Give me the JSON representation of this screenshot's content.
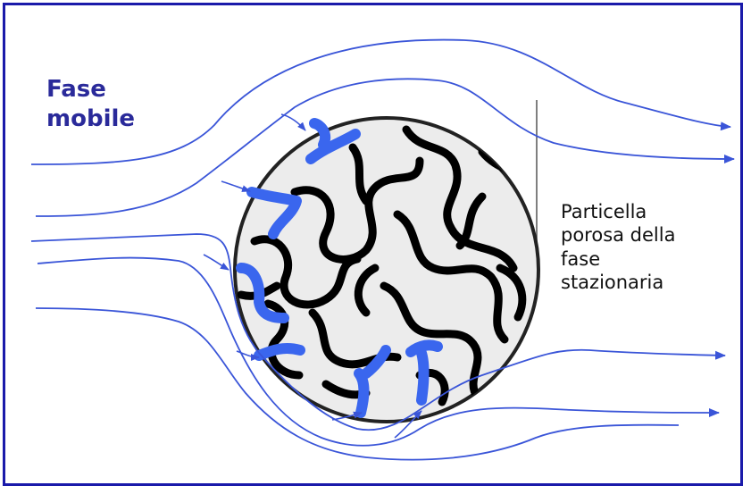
{
  "labels": {
    "mobile_phase_line1": "Fase",
    "mobile_phase_line2": "mobile",
    "particle_line1": "Particella",
    "particle_line2": "porosa della",
    "particle_line3": "fase",
    "particle_line4": "stazionaria"
  },
  "colors": {
    "border": "#1a1aaa",
    "flow_lines": "#3a55d8",
    "pores_filled": "#3a66ee",
    "pores": "#000000",
    "particle_fill": "#ececec"
  }
}
